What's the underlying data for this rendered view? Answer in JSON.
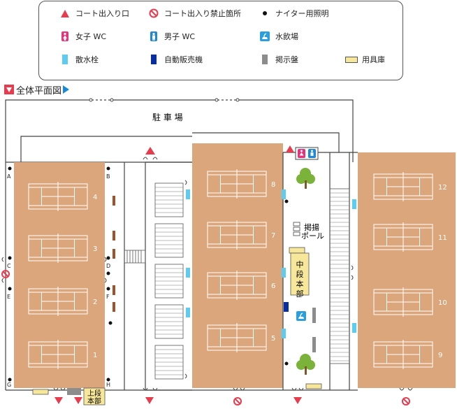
{
  "legend": {
    "court_entrance": "コート出入り口",
    "no_entry": "コート出入り禁止箇所",
    "night_light": "ナイター用照明",
    "women_wc": "女子 WC",
    "men_wc": "男子 WC",
    "water_fountain": "水飲場",
    "sprinkler": "散水栓",
    "vending_machine": "自動販売機",
    "notice_board": "掲示盤",
    "equipment_storage": "用具庫"
  },
  "map": {
    "title": "全体平面図",
    "parking": "駐 車 場",
    "upper_hq": [
      "上段",
      "本部"
    ],
    "middle_hq": "中段本部",
    "flag_pole": [
      "掲揚",
      "ポール"
    ],
    "court_numbers": [
      "1",
      "2",
      "3",
      "4",
      "5",
      "6",
      "7",
      "8",
      "9",
      "10",
      "11",
      "12"
    ],
    "light_points": [
      "A",
      "B",
      "C",
      "D",
      "E",
      "F",
      "G",
      "H"
    ]
  },
  "colors": {
    "court": "#dba67c",
    "entrance": "#e83c4e",
    "sprinkler": "#5ecbf0",
    "vending": "#0a2ea0",
    "notice": "#8c8c8c",
    "storage": "#f7e79b",
    "women_wc": "#e6347c",
    "men_wc": "#1e88d6",
    "title_marker": "#e83c4e",
    "title_arrow": "#1e88d6",
    "tree": "#7bb33a"
  },
  "icons": {
    "court_entrance": "triangle-icon",
    "no_entry": "no-entry-icon",
    "night_light": "dot-icon",
    "women_wc": "women-wc-icon",
    "men_wc": "men-wc-icon",
    "water_fountain": "water-fountain-icon",
    "sprinkler": "sprinkler-icon",
    "vending_machine": "vending-machine-icon",
    "notice_board": "notice-board-icon",
    "equipment_storage": "storage-icon"
  }
}
